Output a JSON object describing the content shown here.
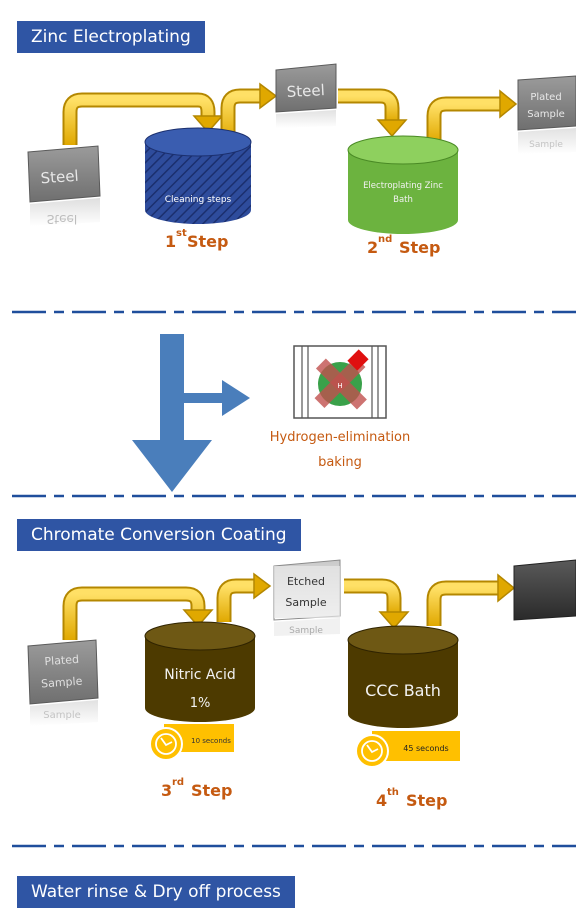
{
  "sections": {
    "zinc": "Zinc Electroplating",
    "chromate": "Chromate Conversion Coating",
    "water": "Water rinse & Dry off process"
  },
  "zinc_flow": {
    "steel_in": "Steel",
    "steel_in_reflection": "Steel",
    "steel_mid": "Steel",
    "plated_out_line1": "Plated",
    "plated_out_line2": "Sample",
    "plated_out_reflection": "Sample",
    "tank1_label": "Cleaning steps",
    "tank2_line1": "Electroplating Zinc",
    "tank2_line2": "Bath",
    "step1_num": "1",
    "step1_sup": "st",
    "step1_word": "Step",
    "step2_num": "2",
    "step2_sup": "nd",
    "step2_word": "Step"
  },
  "baking": {
    "line1": "Hydrogen-elimination",
    "line2": "baking",
    "h_symbol": "H"
  },
  "ccc_flow": {
    "plated_in_line1": "Plated",
    "plated_in_line2": "Sample",
    "plated_in_reflection": "Sample",
    "etched_line1": "Etched",
    "etched_line2": "Sample",
    "etched_reflection": "Sample",
    "tank3_line1": "Nitric Acid",
    "tank3_line2": "1%",
    "tank4_label": "CCC Bath",
    "timer3": "10 seconds",
    "timer4": "45 seconds",
    "step3_num": "3",
    "step3_sup": "rd",
    "step3_word": "Step",
    "step4_num": "4",
    "step4_sup": "th",
    "step4_word": "Step"
  },
  "colors": {
    "header_bg": "#2f55a4",
    "arrow_yellow": "#ffc000",
    "step_orange": "#c55a11",
    "tank_blue": "#2e4c9c",
    "tank_green": "#6cb33f",
    "tank_brown": "#4d3a00",
    "divider_blue": "#1f4e9c",
    "big_arrow": "#4a7ebb",
    "timer_gold": "#ffc000"
  }
}
